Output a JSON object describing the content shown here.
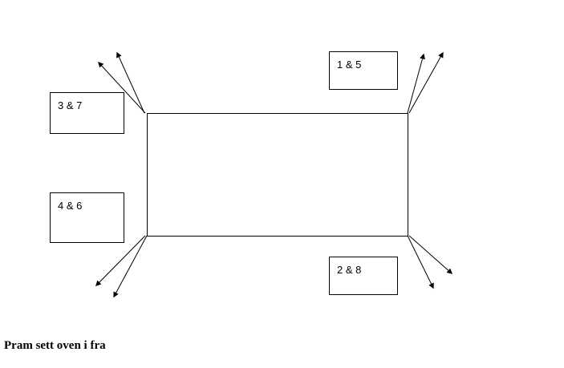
{
  "diagram": {
    "shape": "pram-rectangle-top-view",
    "boxes": {
      "b15": {
        "label": "1 & 5"
      },
      "b37": {
        "label": "3 & 7"
      },
      "b46": {
        "label": "4 & 6"
      },
      "b28": {
        "label": "2 & 8"
      }
    },
    "caption": "Pram sett oven i fra"
  }
}
